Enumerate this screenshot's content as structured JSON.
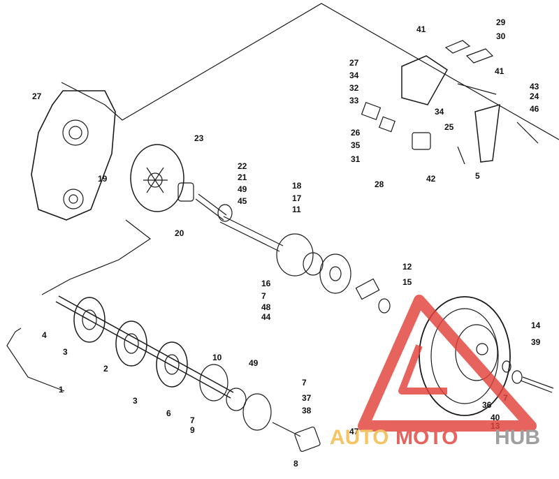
{
  "diagram": {
    "type": "exploded-parts-diagram",
    "colors": {
      "ink": "#1a1a1a",
      "paper": "#ffffff"
    },
    "callouts": [
      "1",
      "2",
      "3",
      "3",
      "4",
      "5",
      "6",
      "7",
      "7",
      "7",
      "7",
      "8",
      "9",
      "10",
      "11",
      "12",
      "13",
      "14",
      "15",
      "16",
      "17",
      "18",
      "19",
      "20",
      "21",
      "22",
      "23",
      "24",
      "25",
      "26",
      "27",
      "27",
      "28",
      "29",
      "30",
      "31",
      "32",
      "33",
      "34",
      "34",
      "35",
      "36",
      "37",
      "38",
      "39",
      "40",
      "41",
      "41",
      "42",
      "43",
      "44",
      "45",
      "46",
      "47",
      "48",
      "49",
      "49"
    ]
  },
  "watermark": {
    "text_auto": "AUTO",
    "text_moto": "MOTO",
    "text_hub": "HUB",
    "colors": {
      "triangle": "#e2413a",
      "auto": "#f2b844",
      "moto": "#e2413a",
      "hub": "#8a8a8a"
    }
  }
}
